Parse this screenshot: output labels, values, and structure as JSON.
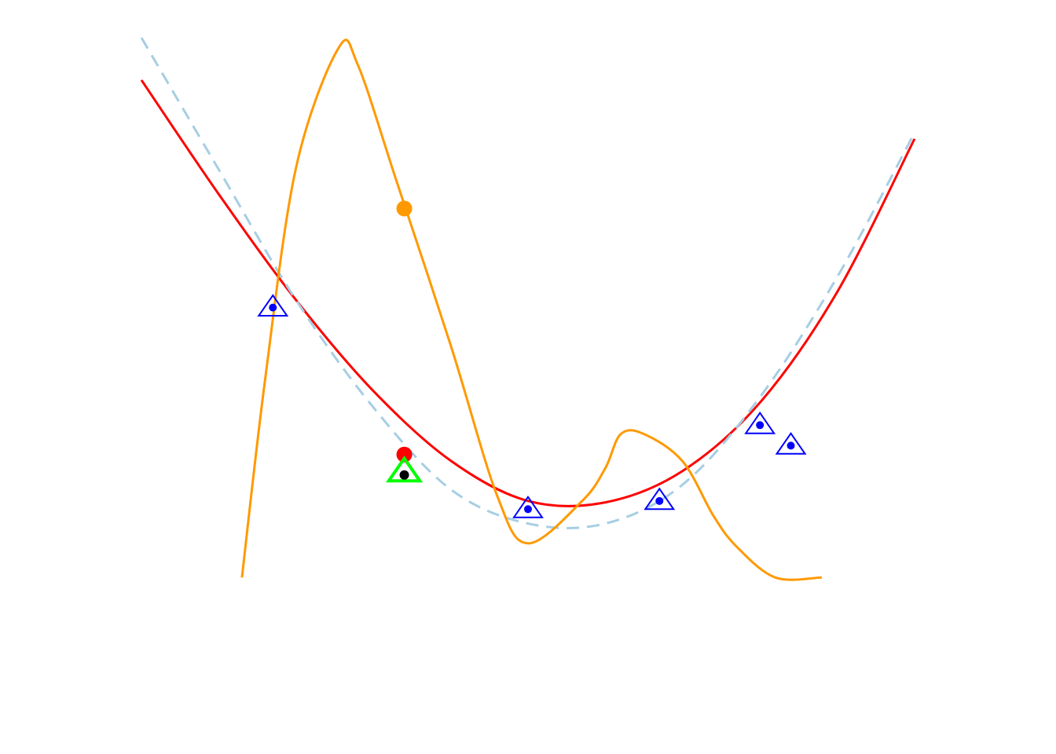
{
  "chart_data": {
    "type": "line",
    "title": "",
    "xlabel": "",
    "ylabel": "",
    "axes_visible": false,
    "grid": false,
    "legend": "none",
    "colors": {
      "background": "#ffffff",
      "quadratic_fit": "#ff0000",
      "quartic_fit": "#a6cee3",
      "polynomial_interpolant": "#ff9900",
      "data_point_marker": "#0000ff",
      "highlight_marker": "#00ff00",
      "highlight_point": "#000000"
    },
    "xlim": [
      0,
      1
    ],
    "ylim": [
      0,
      1
    ],
    "series": [
      {
        "type": "line",
        "style": "solid",
        "color": "#ff0000",
        "x": [
          0.0,
          0.1,
          0.2,
          0.3,
          0.4,
          0.5,
          0.6,
          0.7,
          0.8,
          0.9,
          1.0
        ],
        "y": [
          0.938,
          0.771,
          0.616,
          0.483,
          0.381,
          0.322,
          0.32,
          0.366,
          0.466,
          0.628,
          0.852
        ]
      },
      {
        "type": "line",
        "style": "dashed",
        "color": "#a6cee3",
        "x": [
          0.0,
          0.1,
          0.2,
          0.3,
          0.4,
          0.5,
          0.6,
          0.7,
          0.8,
          0.9,
          1.0
        ],
        "y": [
          1.0,
          0.807,
          0.616,
          0.459,
          0.339,
          0.289,
          0.289,
          0.346,
          0.474,
          0.65,
          0.861
        ]
      },
      {
        "type": "line",
        "style": "solid",
        "color": "#ff9900",
        "x": [
          0.13,
          0.16,
          0.2,
          0.255,
          0.28,
          0.33,
          0.4,
          0.46,
          0.5,
          0.57,
          0.6,
          0.62,
          0.65,
          0.7,
          0.74,
          0.77,
          0.82,
          0.88
        ],
        "y": [
          0.21,
          0.5,
          0.81,
          0.985,
          0.96,
          0.79,
          0.55,
          0.33,
          0.26,
          0.322,
          0.37,
          0.42,
          0.42,
          0.38,
          0.3,
          0.255,
          0.21,
          0.21
        ]
      }
    ],
    "points": [
      {
        "name": "data-point",
        "x": 0.17,
        "y": 0.605,
        "color": "#0000ff",
        "marker": "triangle-open"
      },
      {
        "name": "data-point",
        "x": 0.5,
        "y": 0.31,
        "color": "#0000ff",
        "marker": "triangle-open"
      },
      {
        "name": "data-point",
        "x": 0.67,
        "y": 0.322,
        "color": "#0000ff",
        "marker": "triangle-open"
      },
      {
        "name": "data-point",
        "x": 0.8,
        "y": 0.433,
        "color": "#0000ff",
        "marker": "triangle-open"
      },
      {
        "name": "data-point",
        "x": 0.84,
        "y": 0.403,
        "color": "#0000ff",
        "marker": "triangle-open"
      }
    ],
    "highlights": [
      {
        "name": "orange-dot",
        "x": 0.34,
        "y": 0.75,
        "color": "#ff9900"
      },
      {
        "name": "red-dot",
        "x": 0.34,
        "y": 0.39,
        "color": "#ff0000"
      },
      {
        "name": "green-triangle",
        "x": 0.34,
        "y": 0.36,
        "color": "#00ff00",
        "marker": "triangle-open"
      },
      {
        "name": "black-dot",
        "x": 0.34,
        "y": 0.36,
        "color": "#000000"
      }
    ]
  }
}
